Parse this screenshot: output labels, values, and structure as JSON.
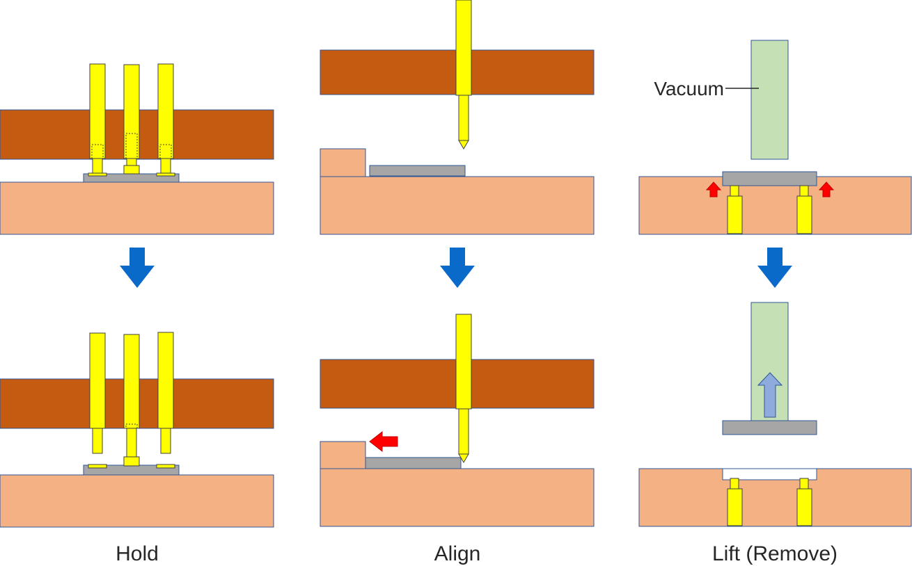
{
  "steps": [
    {
      "caption": "Hold"
    },
    {
      "caption": "Align"
    },
    {
      "caption": "Lift (Remove)",
      "callout": "Vacuum"
    }
  ],
  "colors": {
    "holder": "#c55a11",
    "base": "#f4b183",
    "pin": "#ffff00",
    "pin_stroke": "#7f7f00",
    "part": "#a6a6a6",
    "vacuum": "#c5e0b4",
    "flow_arrow": "#0a6ac9",
    "push_arrow": "#ff0000",
    "lift_arrow": "#8faadc",
    "outline": "#2f5597"
  },
  "icons": {
    "flow_arrow": "down-arrow-icon",
    "push_arrow": "left-arrow-icon",
    "small_up_arrow": "up-arrow-icon"
  }
}
